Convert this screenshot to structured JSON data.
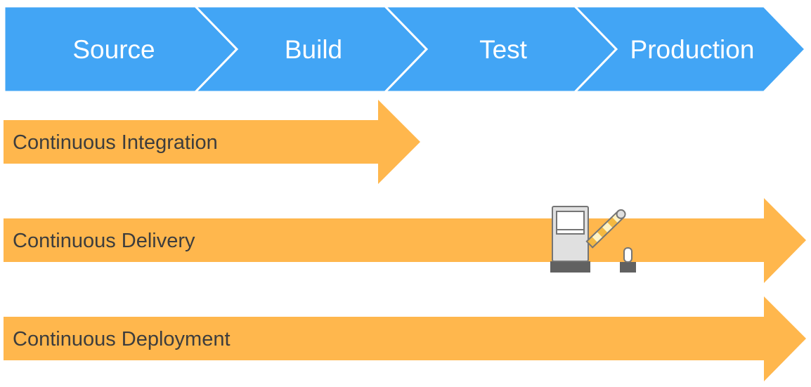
{
  "colors": {
    "stage_fill": "#42a5f5",
    "stage_separator": "#ffffff",
    "stage_text": "#ffffff",
    "arrow_fill": "#ffb74d",
    "arrow_text": "#3d3d3d",
    "gate_body": "#e0e0e0",
    "gate_outline": "#757575",
    "gate_base": "#616161",
    "gate_stripe_light": "#fff3c4",
    "gate_stripe_dark": "#f4b942"
  },
  "stages": [
    {
      "label": "Source"
    },
    {
      "label": "Build"
    },
    {
      "label": "Test"
    },
    {
      "label": "Production"
    }
  ],
  "pipelines": [
    {
      "label": "Continuous Integration",
      "reaches_stage": "Build"
    },
    {
      "label": "Continuous Delivery",
      "reaches_stage": "Production",
      "manual_gate_before": "Production"
    },
    {
      "label": "Continuous Deployment",
      "reaches_stage": "Production"
    }
  ],
  "gate": {
    "icon": "barrier-gate-icon"
  }
}
